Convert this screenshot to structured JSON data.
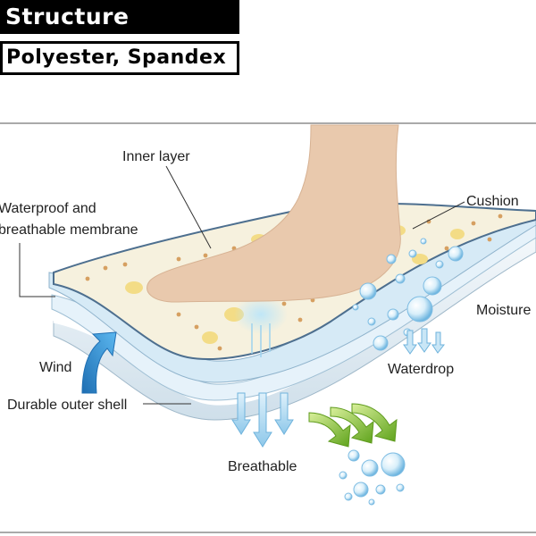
{
  "header": {
    "title": "Structure drawing",
    "subtitle": "Polyester, Spandex"
  },
  "labels": {
    "inner_layer": "Inner layer",
    "membrane_line1": "Waterproof and",
    "membrane_line2": "breathable membrane",
    "cushion": "Cushion",
    "moisture": "Moisture",
    "wind": "Wind",
    "waterdrop": "Waterdrop",
    "outer_shell": "Durable outer shell",
    "breathable": "Breathable"
  },
  "colors": {
    "skin": "#e9c9ad",
    "inner_fabric": "#f6f1de",
    "dots": "#d6a061",
    "yellow_spots": "#f3dc86",
    "membrane": "#d6eaf6",
    "outer_shell": "#e4eef5",
    "wind_arrow": "#2b8fd0",
    "down_arrow": "#a9d6ee",
    "green_arrow": "#7fbf2a",
    "bubble": "#8fcaeb",
    "edge_line": "#4d6f8f"
  }
}
